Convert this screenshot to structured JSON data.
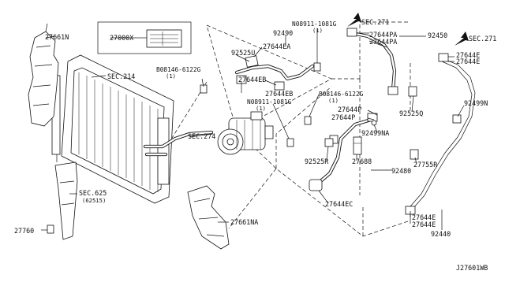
{
  "diagram_id": "J27601WB",
  "labels": {
    "p27661N": "27661N",
    "p27000X": "27000X",
    "sec214": "SEC.214",
    "bolt1": "B08146-6122G",
    "bolt1_qty": "(1)",
    "p92490": "92490",
    "nut1": "N08911-1081G",
    "nut1_qty": "(1)",
    "sec271a": "SEC.271",
    "p27644PA_1": "27644PA",
    "p92450": "92450",
    "p27644PA_2": "27644PA",
    "sec271b": "SEC.271",
    "p27644E_1": "27644E",
    "p27644E_2": "27644E",
    "p92525U": "92525U",
    "p27644EA": "27644EA",
    "p27644EB": "27644EB",
    "p27644EB_2": "27644EB",
    "bolt2": "B08146-6122G",
    "bolt2_qty": "(1)",
    "p92499N": "92499N",
    "p92525Q": "92525Q",
    "nut2": "N08911-1081G",
    "nut2_qty": "(1)",
    "p27644P_1": "27644P",
    "p27644P_2": "27644P",
    "p92499NA": "92499NA",
    "sec274": "SEC.274",
    "p92525R": "92525R",
    "p27688": "27688",
    "p27755R": "27755R",
    "p92480": "92480",
    "p27644EC": "27644EC",
    "sec625": "SEC.625",
    "sec625_sub": "(62515)",
    "p27760": "27760",
    "p27661NA": "27661NA",
    "p27644E_3": "27644E",
    "p27644E_4": "27644E",
    "p92440": "92440"
  }
}
